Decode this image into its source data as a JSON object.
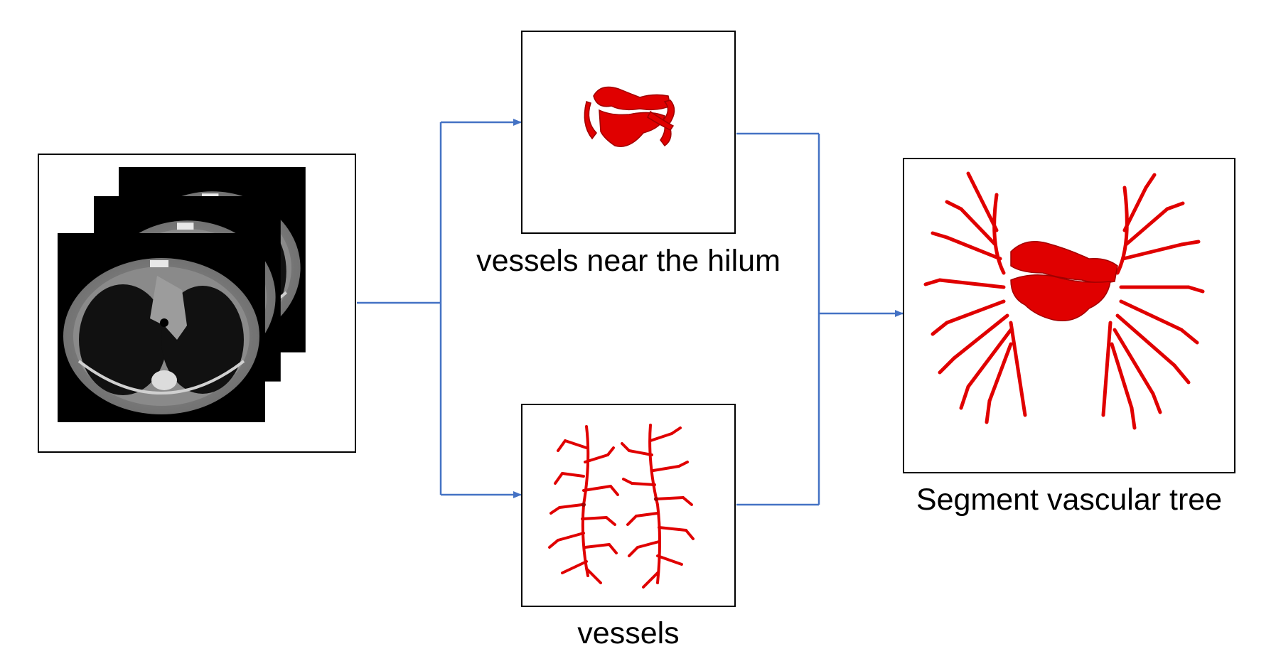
{
  "labels": {
    "hilum": "vessels near the hilum",
    "vessels": "vessels",
    "tree": "Segment vascular tree"
  },
  "colors": {
    "connector": "#4472c4",
    "vessel": "#e00000",
    "vessel_dark": "#a00000",
    "ct_background": "#000000"
  },
  "icons": {
    "ct_stack": "ct-slice-stack-image",
    "hilum": "hilum-vessels-render",
    "vessels": "peripheral-vessels-render",
    "tree": "vascular-tree-render"
  }
}
